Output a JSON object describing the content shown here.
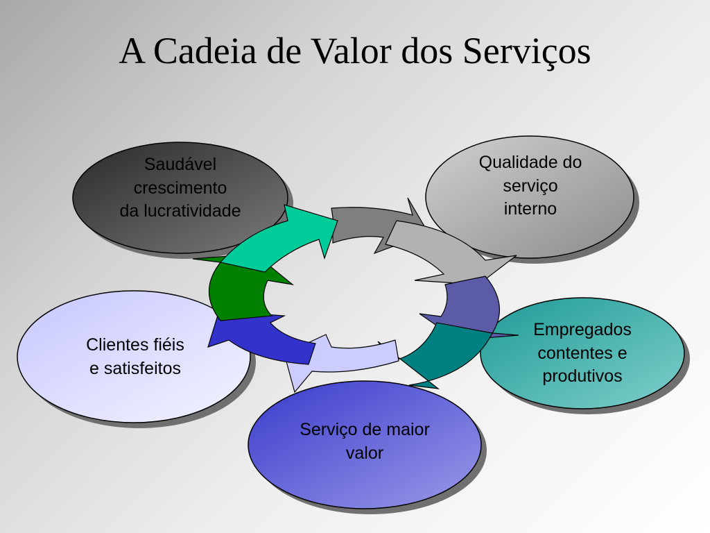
{
  "slide": {
    "title": "A Cadeia de Valor dos Serviços"
  },
  "nodes": [
    {
      "id": "lucratividade",
      "lines": [
        "Saudável",
        "crescimento",
        "da lucratividade"
      ],
      "color": "#505050",
      "text_color": "#000000"
    },
    {
      "id": "qualidade",
      "lines": [
        "Qualidade do",
        "serviço",
        "interno"
      ],
      "color": "#a6a6a6",
      "text_color": "#000000"
    },
    {
      "id": "empregados",
      "lines": [
        "Empregados",
        "contentes e",
        "produtivos"
      ],
      "color": "#3fa7a4",
      "text_color": "#000000"
    },
    {
      "id": "servico",
      "lines": [
        "Serviço de maior",
        "valor"
      ],
      "color": "#6a6ad8",
      "text_color": "#000000"
    },
    {
      "id": "clientes",
      "lines": [
        "Clientes fiéis",
        "e satisfeitos"
      ],
      "color": "#d6d6ff",
      "text_color": "#000000"
    }
  ],
  "arrows": [
    {
      "id": "arrow-gray",
      "color": "#7f7f7f"
    },
    {
      "id": "arrow-lightgray",
      "color": "#b2b2b2"
    },
    {
      "id": "arrow-slate",
      "color": "#5b5ba8"
    },
    {
      "id": "arrow-teal",
      "color": "#008080"
    },
    {
      "id": "arrow-lavender",
      "color": "#ccccff"
    },
    {
      "id": "arrow-blue",
      "color": "#3333cc"
    },
    {
      "id": "arrow-green",
      "color": "#008000"
    },
    {
      "id": "arrow-mint",
      "color": "#00cc99"
    }
  ]
}
